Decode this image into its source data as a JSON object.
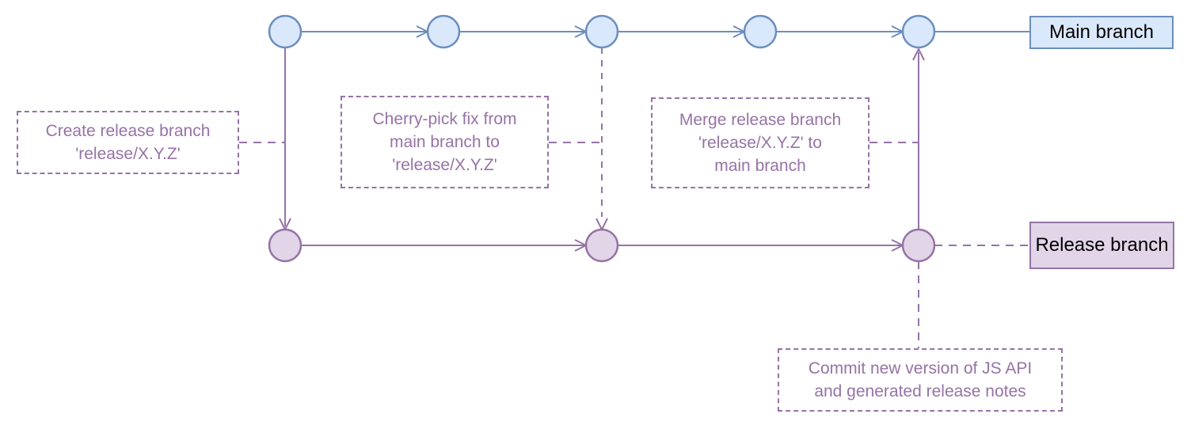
{
  "diagram": {
    "type": "git-branching-flow",
    "branches": {
      "main": {
        "label": "Main branch",
        "commit_count": 5,
        "stroke_color": "#6c8ebf",
        "fill_color": "#dae8fc"
      },
      "release": {
        "label": "Release branch",
        "commit_count": 3,
        "stroke_color": "#9673a6",
        "fill_color": "#e1d5e7"
      }
    },
    "annotations": {
      "create": {
        "lines": [
          "Create release branch",
          "'release/X.Y.Z'"
        ]
      },
      "cherry_pick": {
        "lines": [
          "Cherry-pick fix from",
          "main branch to",
          "'release/X.Y.Z'"
        ]
      },
      "merge": {
        "lines": [
          "Merge release branch",
          "'release/X.Y.Z' to",
          "main branch"
        ]
      },
      "commit_version": {
        "lines": [
          "Commit new version of JS API",
          "and generated release notes"
        ]
      }
    },
    "colors": {
      "annotation_border": "#9673a6",
      "annotation_text": "#9673a6",
      "label_text": "#000000",
      "background": "#ffffff"
    }
  }
}
